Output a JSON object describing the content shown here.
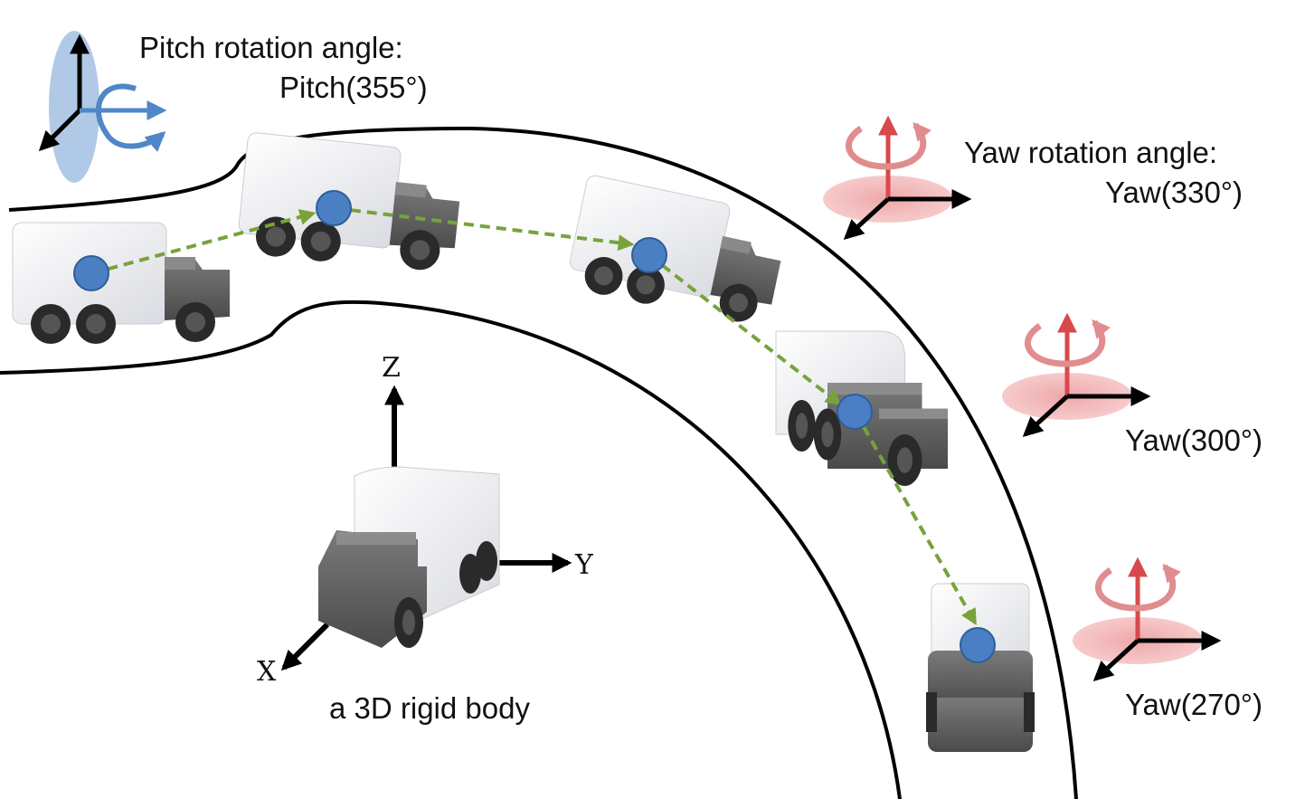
{
  "pitch_legend": {
    "title": "Pitch rotation angle:",
    "value": "Pitch(355°)"
  },
  "yaw_legend": {
    "title": "Yaw rotation angle:",
    "values": [
      "Yaw(330°)",
      "Yaw(300°)",
      "Yaw(270°)"
    ]
  },
  "rigid_body": {
    "caption": "a 3D rigid body",
    "axes": {
      "x": "X",
      "y": "Y",
      "z": "Z"
    }
  },
  "colors": {
    "road_edge": "#000000",
    "trajectory": "#77a33a",
    "pose_marker": "#4a7fc4",
    "pitch_glyph": "#4f87c8",
    "yaw_glyph": "#d8494c",
    "truck_cab": "#f2f3f5",
    "truck_body": "#6b6b6b",
    "wheel": "#2a2a2a"
  },
  "icons": [
    "pitch-rotation-icon",
    "yaw-rotation-icon",
    "coordinate-axes-icon",
    "truck-icon"
  ]
}
